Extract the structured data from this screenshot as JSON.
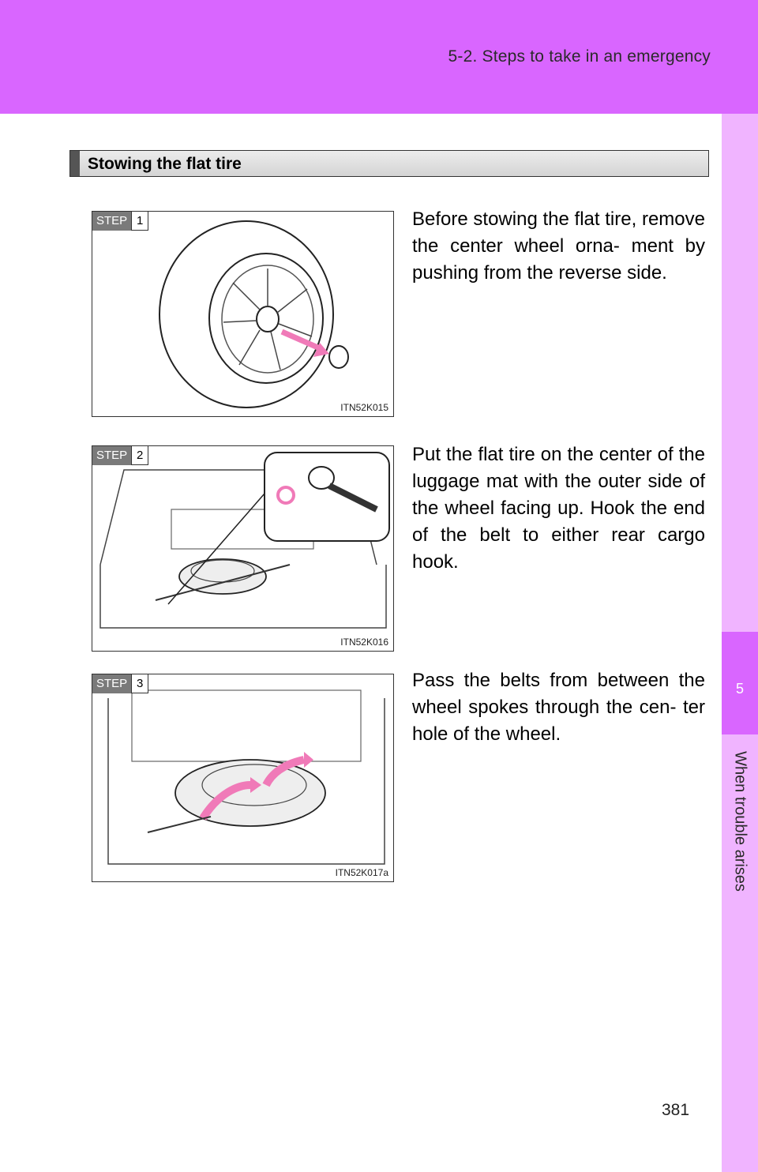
{
  "header": {
    "title": "5-2. Steps to take in an emergency"
  },
  "sidebar": {
    "chapter_number": "5",
    "chapter_label": "When trouble arises"
  },
  "section": {
    "title": "Stowing the flat tire"
  },
  "steps": [
    {
      "word": "STEP",
      "number": "1",
      "code": "ITN52K015",
      "text": "Before stowing the flat tire, remove the center wheel orna- ment by pushing from the reverse side."
    },
    {
      "word": "STEP",
      "number": "2",
      "code": "ITN52K016",
      "text": "Put the flat tire on the center of the luggage mat with the outer side of the wheel facing up. Hook the end of the belt to either rear cargo hook."
    },
    {
      "word": "STEP",
      "number": "3",
      "code": "ITN52K017a",
      "text": "Pass the belts from between the wheel spokes through the cen- ter hole of the wheel."
    }
  ],
  "colors": {
    "header": "#d966ff",
    "sidebar": "#f0b4ff",
    "arrow": "#f07ab8"
  },
  "page_number": "381"
}
